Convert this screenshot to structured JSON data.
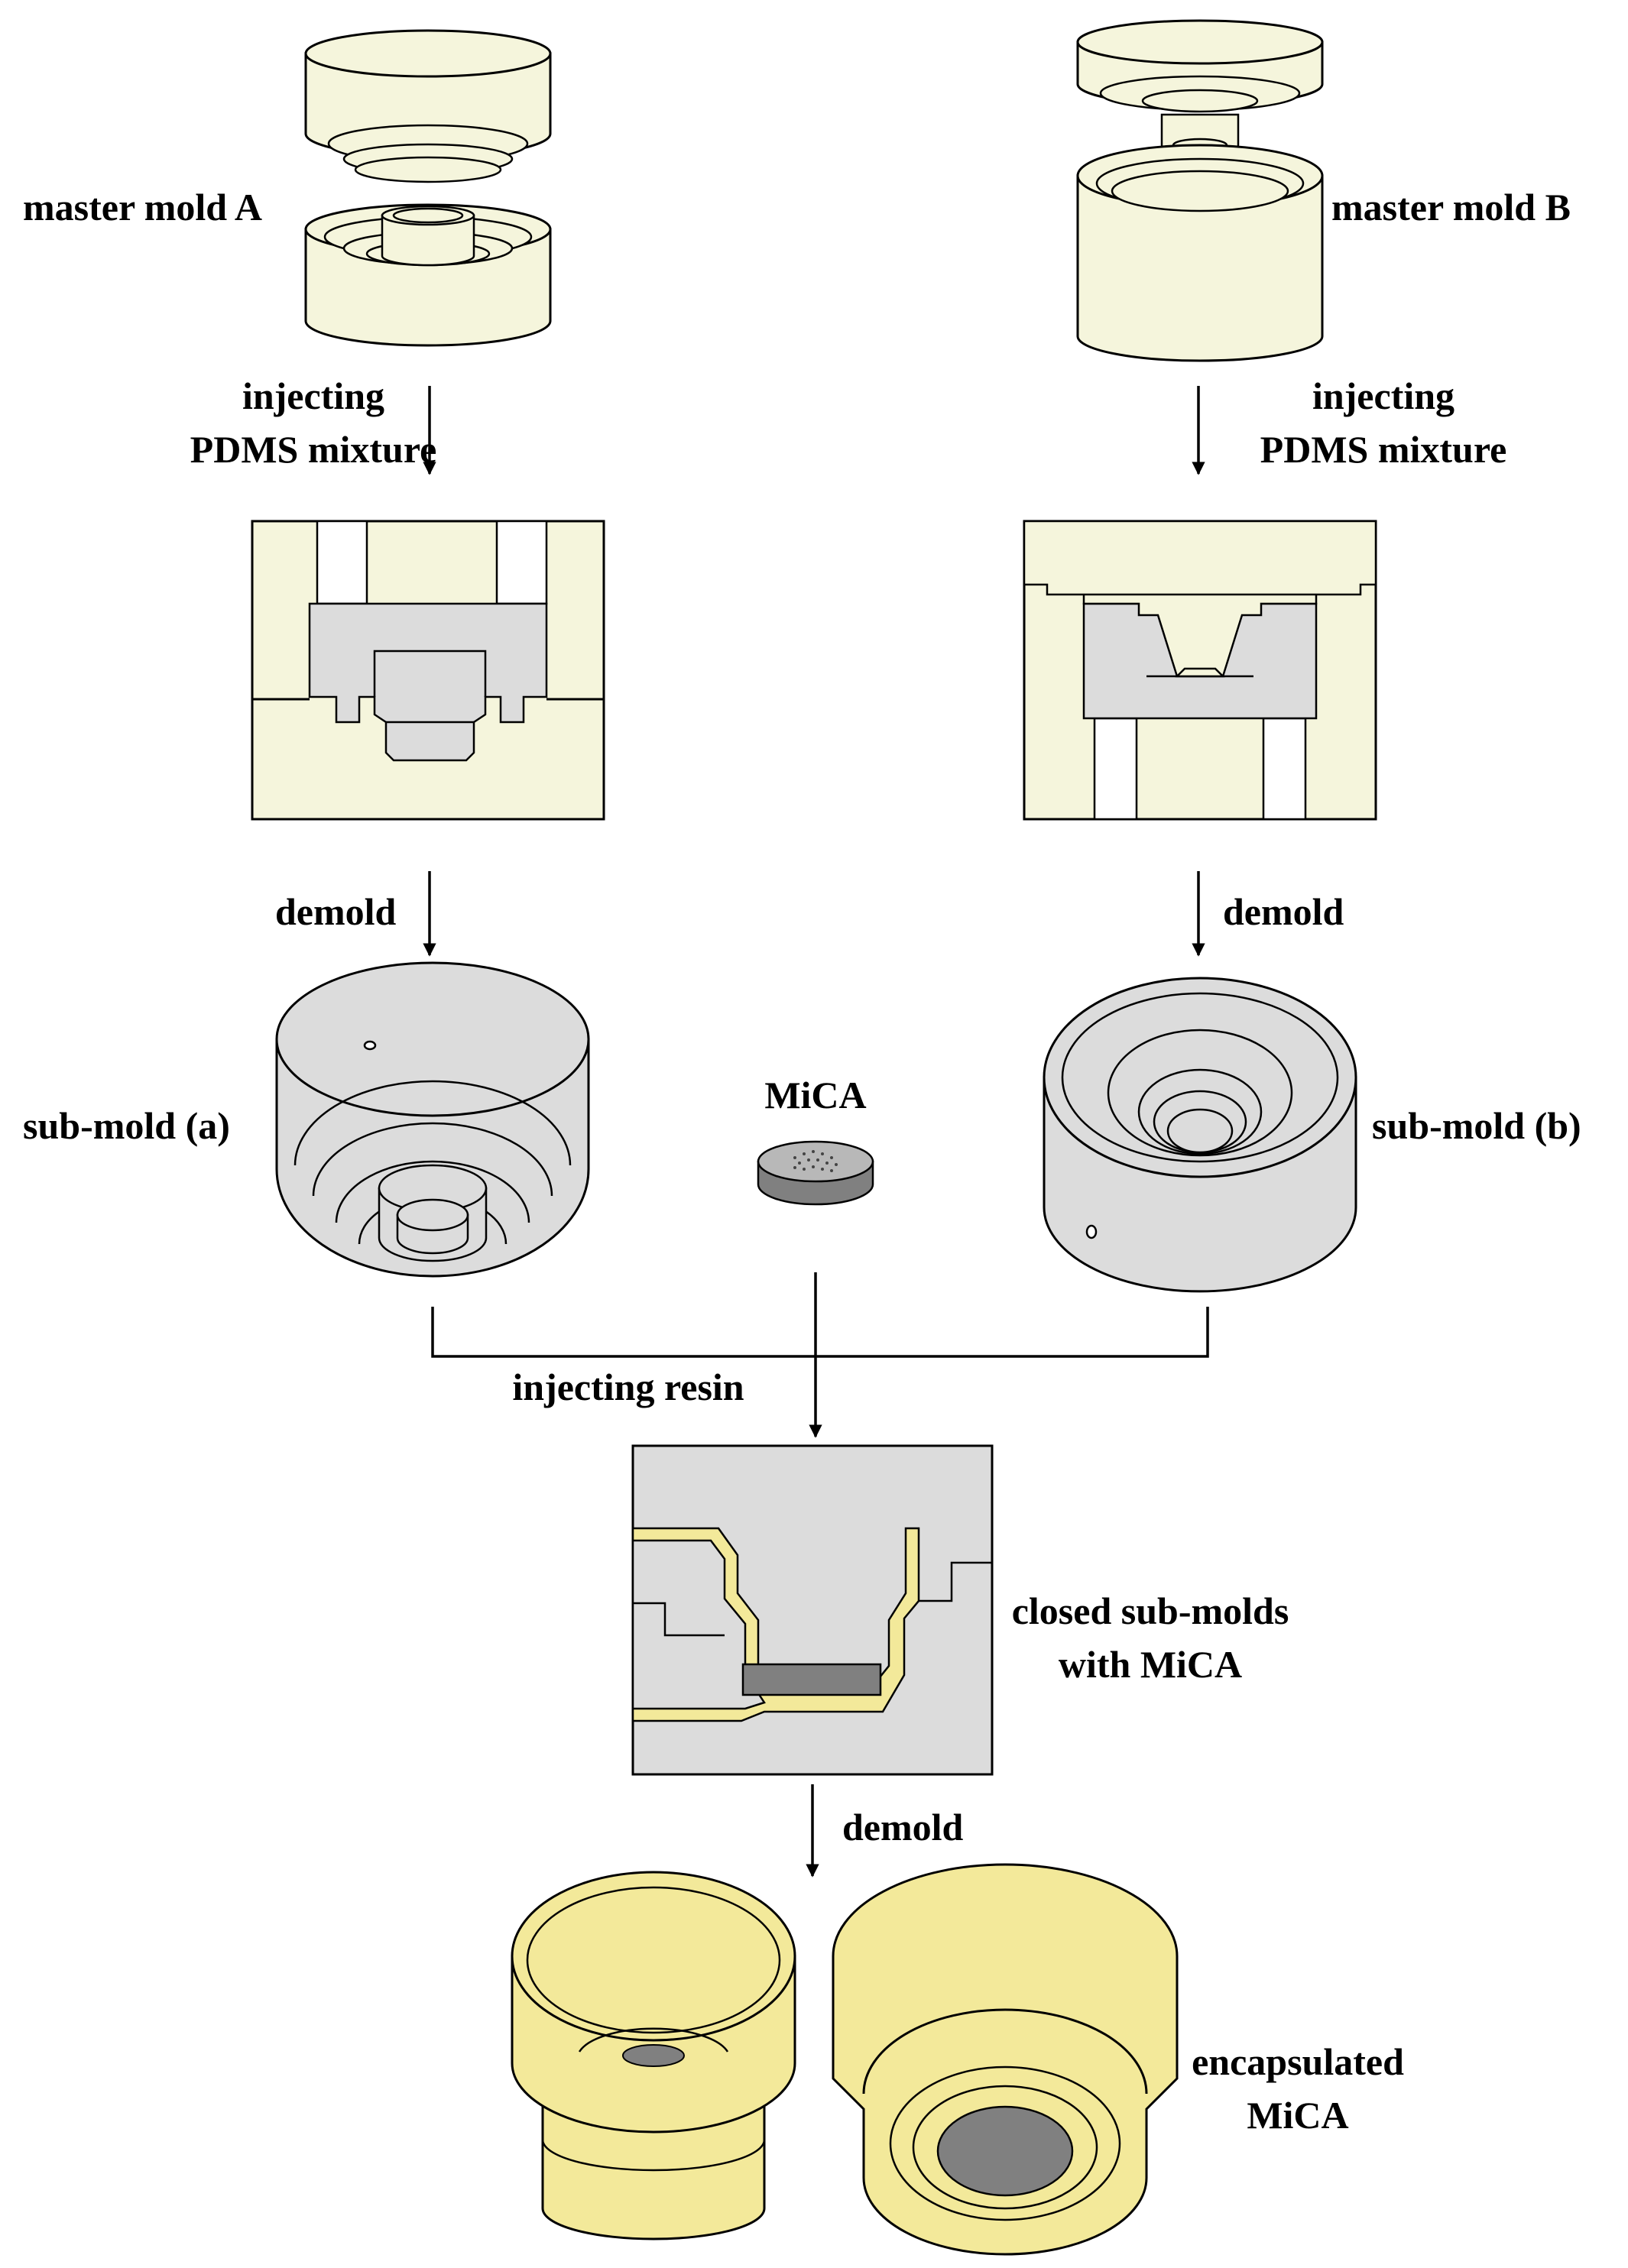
{
  "labels": {
    "master_mold_a": "master mold A",
    "master_mold_b": "master mold B",
    "inject_pdms_a_line1": "injecting",
    "inject_pdms_a_line2": "PDMS mixture",
    "inject_pdms_b_line1": "injecting",
    "inject_pdms_b_line2": "PDMS mixture",
    "demold_a": "demold",
    "demold_b": "demold",
    "sub_mold_a": "sub-mold (a)",
    "sub_mold_b": "sub-mold (b)",
    "mica": "MiCA",
    "injecting_resin": "injecting resin",
    "closed_line1": "closed sub-molds",
    "closed_line2": "with MiCA",
    "demold_final": "demold",
    "encapsulated_line1": "encapsulated",
    "encapsulated_line2": "MiCA"
  },
  "colors": {
    "master_mold": "#f5f5dc",
    "pdms": "#dcdcdc",
    "resin": "#f3e99a",
    "mica": "#808080",
    "line": "#000000"
  }
}
